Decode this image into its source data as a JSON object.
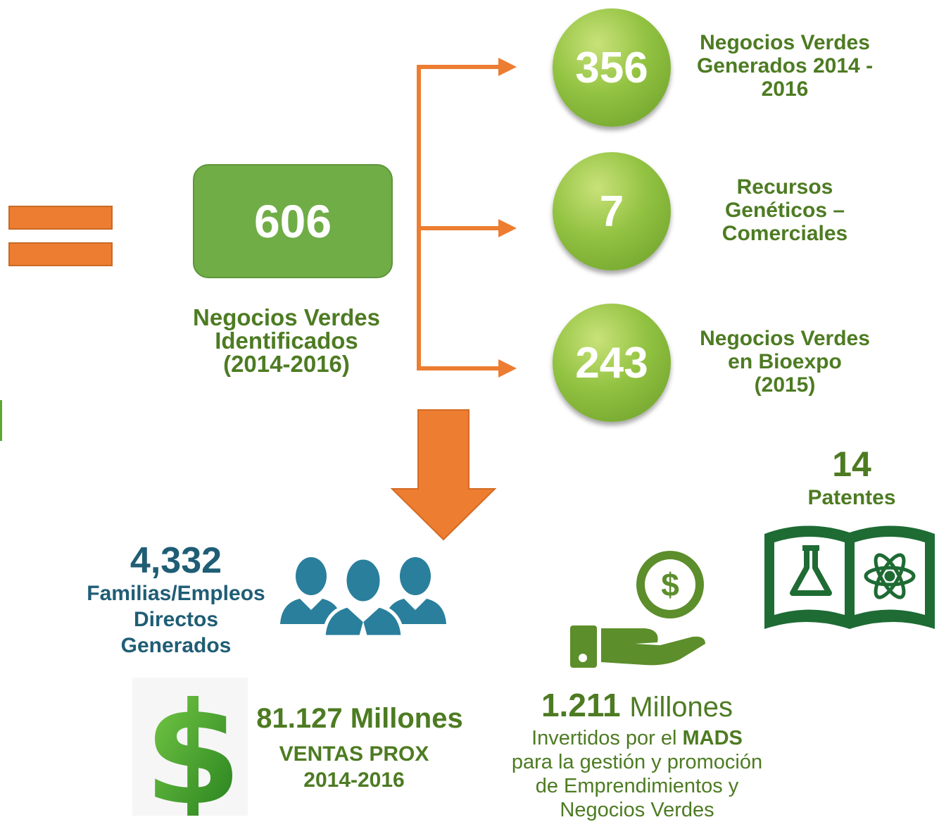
{
  "main": {
    "value": "606",
    "label_lines": [
      "Negocios Verdes",
      "Identificados",
      "(2014-2016)"
    ]
  },
  "branches": [
    {
      "value": "356",
      "label_lines": [
        "Negocios Verdes",
        "Generados 2014 -",
        "2016"
      ]
    },
    {
      "value": "7",
      "label_lines": [
        "Recursos",
        "Genéticos –",
        "Comerciales"
      ]
    },
    {
      "value": "243",
      "label_lines": [
        "Negocios Verdes",
        "en Bioexpo",
        "(2015)"
      ]
    }
  ],
  "patents": {
    "value": "14",
    "label": "Patentes"
  },
  "families": {
    "value": "4,332",
    "label_lines": [
      "Familias/Empleos",
      "Directos",
      "Generados"
    ]
  },
  "sales": {
    "value": "81.127 Millones",
    "label_lines": [
      "VENTAS PROX",
      "2014-2016"
    ]
  },
  "investment": {
    "value": "1.211",
    "unit": "Millones",
    "line1_prefix": "Invertidos por el",
    "line1_bold": "MADS",
    "line2": "para la gestión y promoción",
    "line3": "de Emprendimientos y",
    "line4": "Negocios Verdes"
  },
  "icons": [
    "equals-icon",
    "people-icon",
    "money-hand-icon",
    "science-book-icon",
    "dollar-sign-icon",
    "down-arrow-icon"
  ],
  "colors": {
    "accent_orange": "#ed7d31",
    "green": "#70ad47",
    "dark_green": "#1e6b34",
    "teal": "#1f6e8c",
    "label_green": "#4d7b22"
  }
}
